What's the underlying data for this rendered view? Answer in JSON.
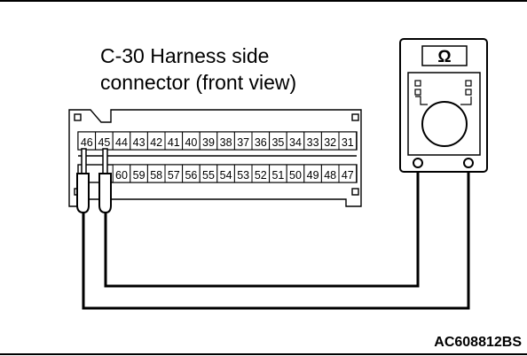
{
  "title": {
    "line1": "C-30 Harness side",
    "line2": "connector (front view)"
  },
  "connector": {
    "top_row_pins": [
      "46",
      "45",
      "44",
      "43",
      "42",
      "41",
      "40",
      "39",
      "38",
      "37",
      "36",
      "35",
      "34",
      "33",
      "32",
      "31"
    ],
    "bottom_row_pins": [
      "60",
      "59",
      "58",
      "57",
      "56",
      "55",
      "54",
      "53",
      "52",
      "51",
      "50",
      "49",
      "48",
      "47"
    ]
  },
  "meter": {
    "symbol": "Ω",
    "icon": "ohmmeter-icon"
  },
  "figure_id": "AC608812BS"
}
